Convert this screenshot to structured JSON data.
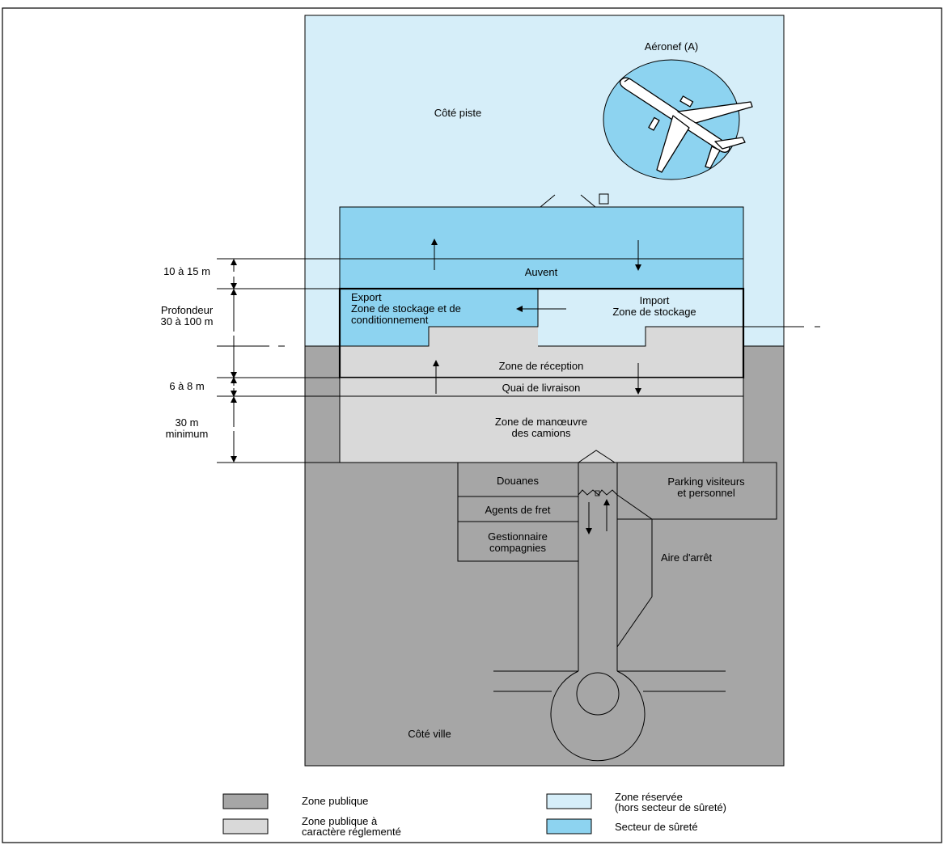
{
  "colors": {
    "public": "#a6a6a6",
    "regulated": "#d9d9d9",
    "restricted": "#d6eef9",
    "security": "#8dd3f0",
    "outline": "#1a1a1a"
  },
  "zones": {
    "airside": "Côté piste",
    "aircraft": "Aéronef (A)",
    "canopy": "Auvent",
    "export_line1": "Export",
    "export_line2": "Zone de stockage et de",
    "export_line3": "conditionnement",
    "import_line1": "Import",
    "import_line2": "Zone de stockage",
    "reception": "Zone de réception",
    "dock": "Quai de livraison",
    "maneuver_line1": "Zone de manœuvre",
    "maneuver_line2": "des camions",
    "customs": "Douanes",
    "freight_agents": "Agents de fret",
    "manager_line1": "Gestionnaire",
    "manager_line2": "compagnies",
    "parking_line1": "Parking visiteurs",
    "parking_line2": "et personnel",
    "stop_area": "Aire d'arrêt",
    "landside": "Côté ville"
  },
  "dimensions": {
    "canopy_depth": "10 à 15 m",
    "depth_line1": "Profondeur",
    "depth_line2": "30 à 100 m",
    "dock_depth": "6 à 8 m",
    "maneuver_line1": "30 m",
    "maneuver_line2": "minimum"
  },
  "legend": {
    "public_zone": "Zone publique",
    "regulated_line1": "Zone publique à",
    "regulated_line2": "caractère réglementé",
    "restricted_line1": "Zone réservée",
    "restricted_line2": "(hors secteur de sûreté)",
    "security_sector": "Secteur de sûreté"
  }
}
